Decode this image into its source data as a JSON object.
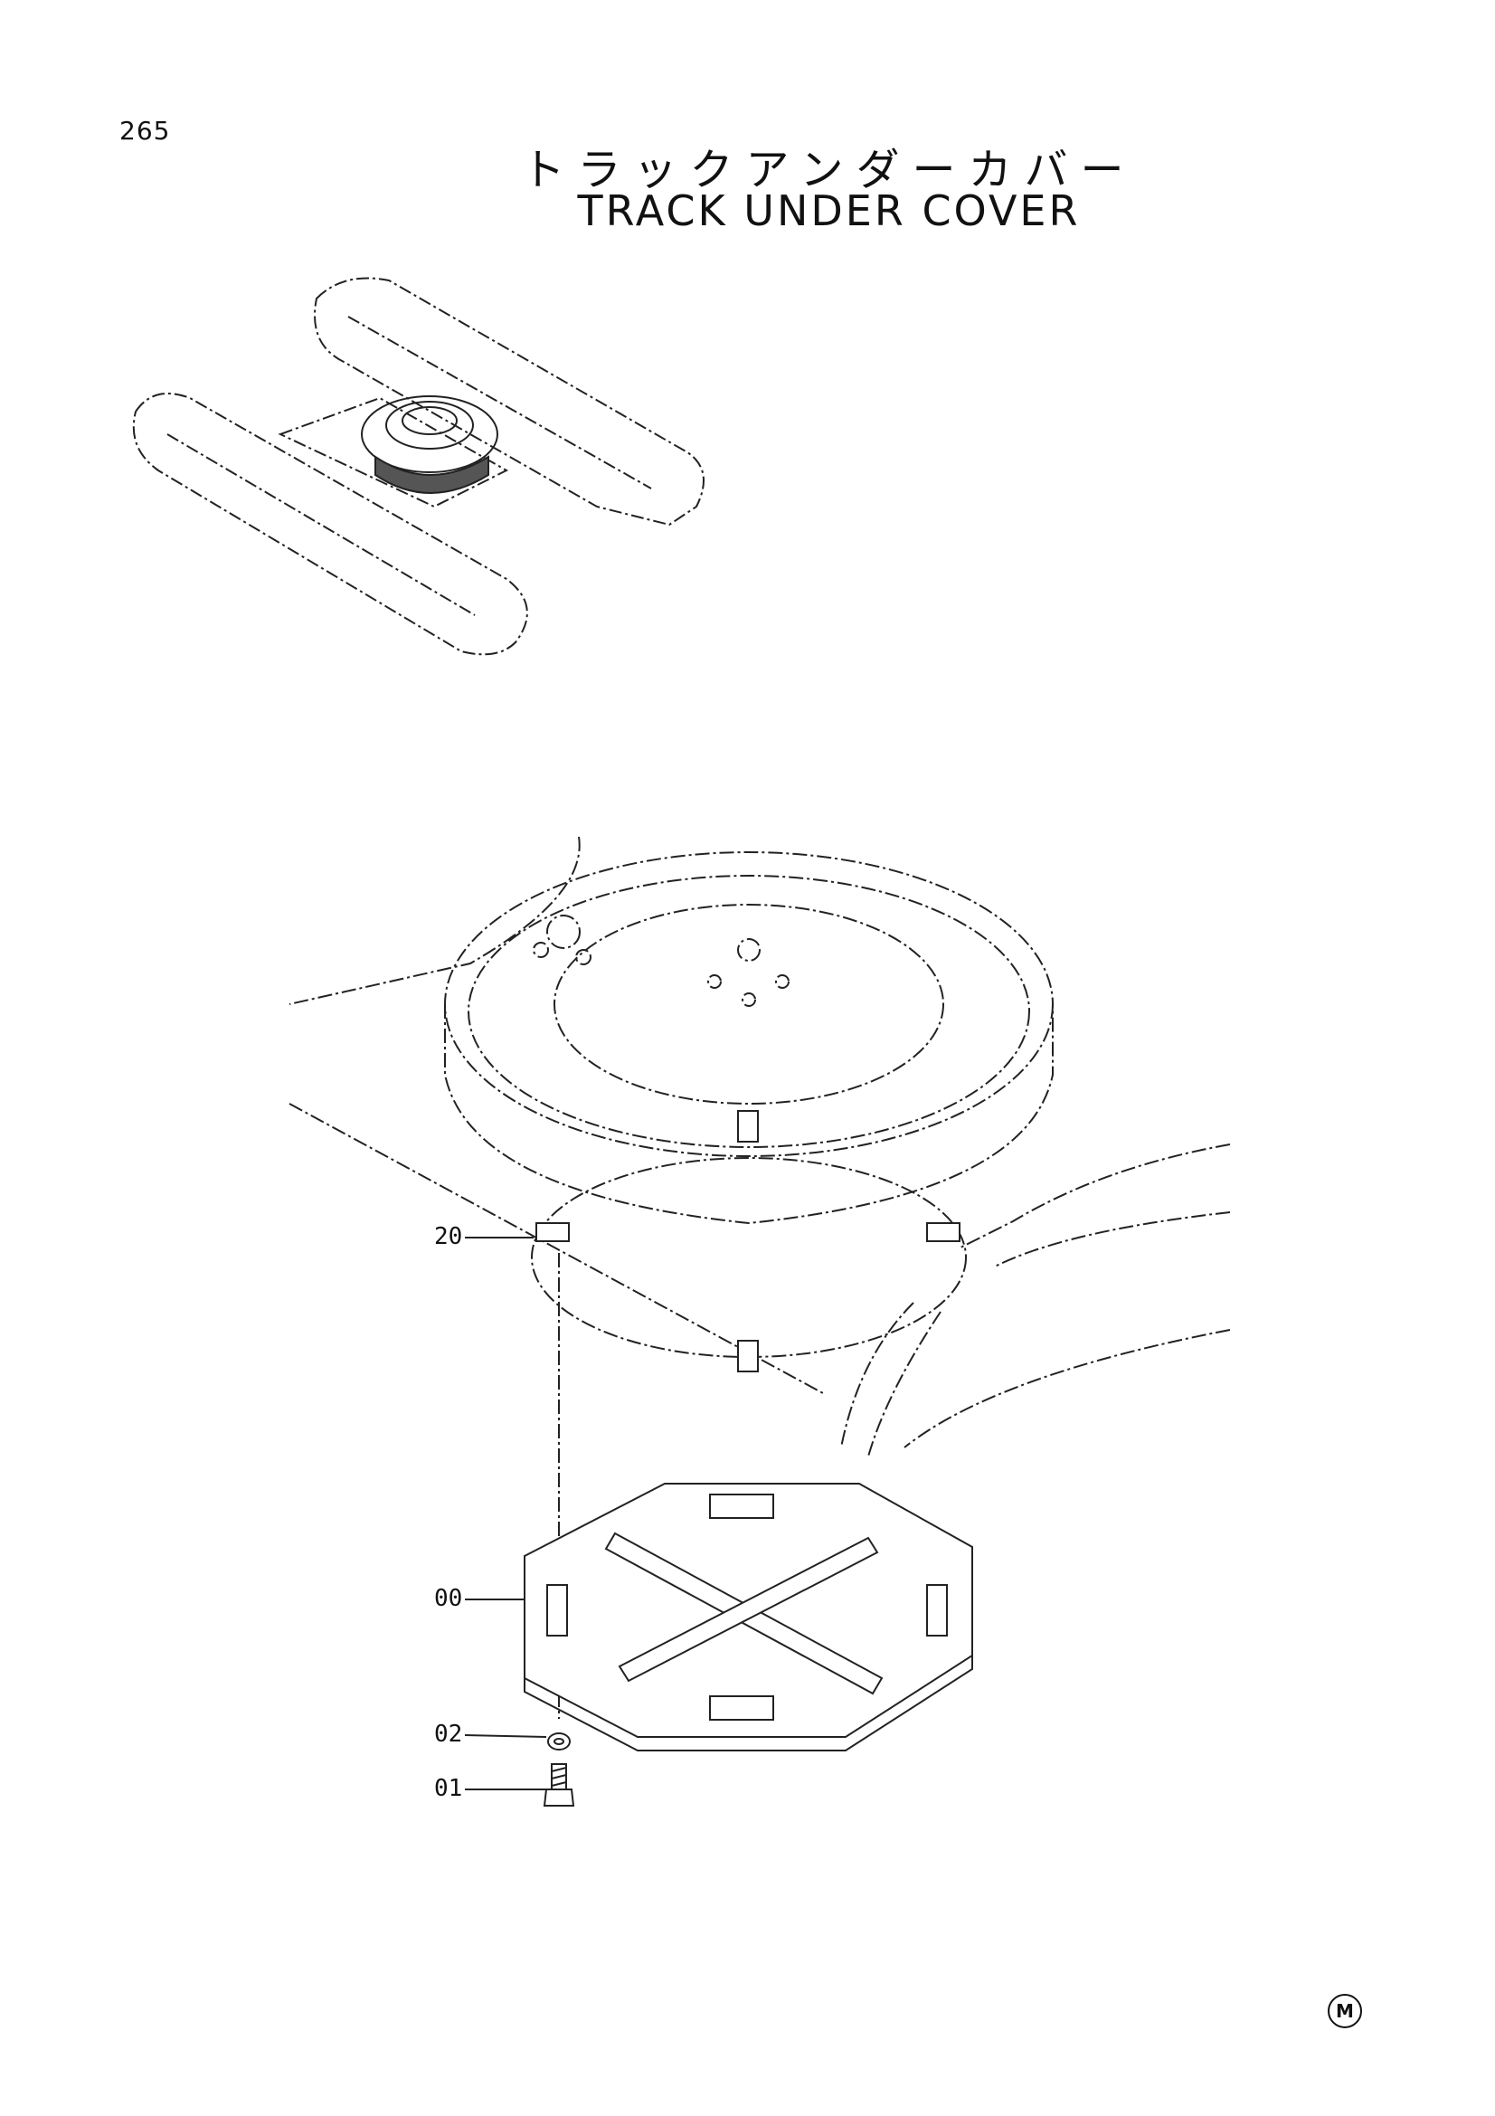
{
  "page_number": "265",
  "title": {
    "japanese": "トラックアンダーカバー",
    "english": "TRACK UNDER COVER"
  },
  "callouts": [
    "20",
    "00",
    "02",
    "01"
  ],
  "mark": "M"
}
